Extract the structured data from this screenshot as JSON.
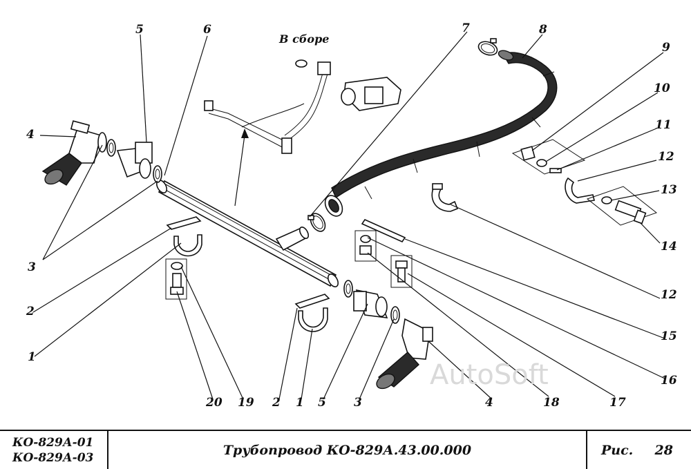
{
  "assembly_label": "В сборе",
  "watermark": "AutoSoft",
  "callouts": [
    {
      "id": "c5-top",
      "text": "5"
    },
    {
      "id": "c6",
      "text": "6"
    },
    {
      "id": "c7",
      "text": "7"
    },
    {
      "id": "c8",
      "text": "8"
    },
    {
      "id": "c9",
      "text": "9"
    },
    {
      "id": "c10",
      "text": "10"
    },
    {
      "id": "c11",
      "text": "11"
    },
    {
      "id": "c12-top",
      "text": "12"
    },
    {
      "id": "c13",
      "text": "13"
    },
    {
      "id": "c14",
      "text": "14"
    },
    {
      "id": "c4-left",
      "text": "4"
    },
    {
      "id": "c3-left",
      "text": "3"
    },
    {
      "id": "c2-left",
      "text": "2"
    },
    {
      "id": "c1-left",
      "text": "1"
    },
    {
      "id": "c12-bottom",
      "text": "12"
    },
    {
      "id": "c15",
      "text": "15"
    },
    {
      "id": "c16",
      "text": "16"
    },
    {
      "id": "c17",
      "text": "17"
    },
    {
      "id": "c18",
      "text": "18"
    },
    {
      "id": "c4-bottom",
      "text": "4"
    },
    {
      "id": "c3-bottom",
      "text": "3"
    },
    {
      "id": "c5-bottom",
      "text": "5"
    },
    {
      "id": "c1-bottom",
      "text": "1"
    },
    {
      "id": "c2-bottom",
      "text": "2"
    },
    {
      "id": "c19",
      "text": "19"
    },
    {
      "id": "c20",
      "text": "20"
    }
  ],
  "title_block": {
    "models": [
      "КО-829А-01",
      "КО-829А-03"
    ],
    "title": "Трубопровод КО-829А.43.00.000",
    "fig_label": "Рис.",
    "fig_number": "28"
  }
}
